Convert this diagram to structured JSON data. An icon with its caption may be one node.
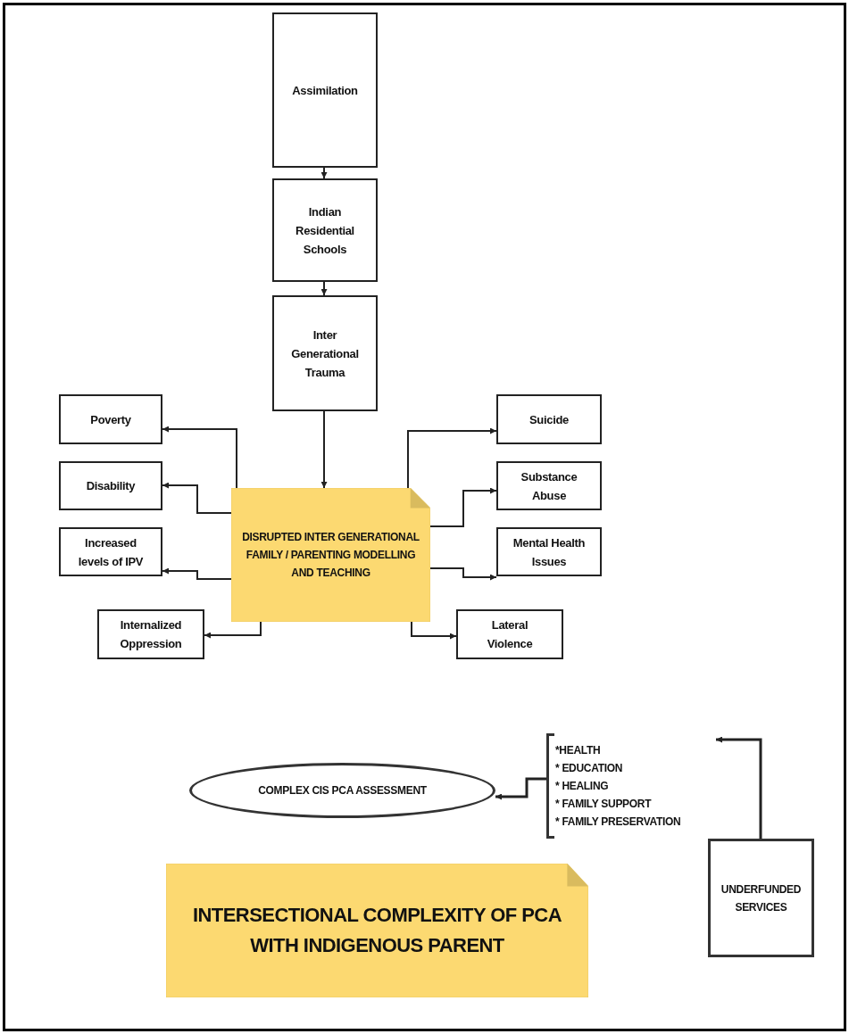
{
  "diagram": {
    "nodes": [
      {
        "text": [
          "Assimilation"
        ]
      },
      {
        "text": [
          "Indian Residential Schools"
        ]
      },
      {
        "text": [
          "Inter Generational Trauma"
        ]
      },
      {
        "text": [
          "DISRUPTED INTER GENERATIONAL FAMILY / PARENTING MODELLING AND TEACHING"
        ]
      },
      {
        "text": [
          "Poverty"
        ]
      },
      {
        "text": [
          "Disability"
        ]
      },
      {
        "text": [
          "Increased levels of IPV"
        ]
      },
      {
        "text": [
          "Internalized Oppression"
        ]
      },
      {
        "text": [
          "Suicide"
        ]
      },
      {
        "text": [
          "Substance Abuse"
        ]
      },
      {
        "text": [
          "Mental Health Issues"
        ]
      },
      {
        "text": [
          "Lateral Violence"
        ]
      },
      {
        "text": [
          "COMPLEX CIS PCA ASSESSMENT"
        ]
      },
      {
        "text": [
          "*HEALTH",
          "* EDUCATION",
          "* HEALING",
          "* FAMILY SUPPORT",
          "* FAMILY PRESERVATION"
        ]
      },
      {
        "text": [
          "UNDERFUNDED SERVICES"
        ]
      },
      {
        "text": [
          "INTERSECTIONAL COMPLEXITY OF PCA WITH INDIGENOUS PARENT"
        ]
      }
    ],
    "edges": [
      {
        "from": 0,
        "to": 1,
        "arrow": "to"
      },
      {
        "from": 1,
        "to": 2,
        "arrow": "to"
      },
      {
        "from": 2,
        "to": 3,
        "arrow": "to"
      },
      {
        "from": 3,
        "to": 4,
        "arrow": "to"
      },
      {
        "from": 3,
        "to": 5,
        "arrow": "to"
      },
      {
        "from": 3,
        "to": 6,
        "arrow": "to"
      },
      {
        "from": 3,
        "to": 7,
        "arrow": "to"
      },
      {
        "from": 3,
        "to": 8,
        "arrow": "to"
      },
      {
        "from": 3,
        "to": 9,
        "arrow": "to"
      },
      {
        "from": 3,
        "to": 10,
        "arrow": "to"
      },
      {
        "from": 3,
        "to": 11,
        "arrow": "to"
      },
      {
        "from": 13,
        "to": 12,
        "arrow": "to"
      },
      {
        "from": 14,
        "to": 13,
        "arrow": "to"
      }
    ]
  }
}
